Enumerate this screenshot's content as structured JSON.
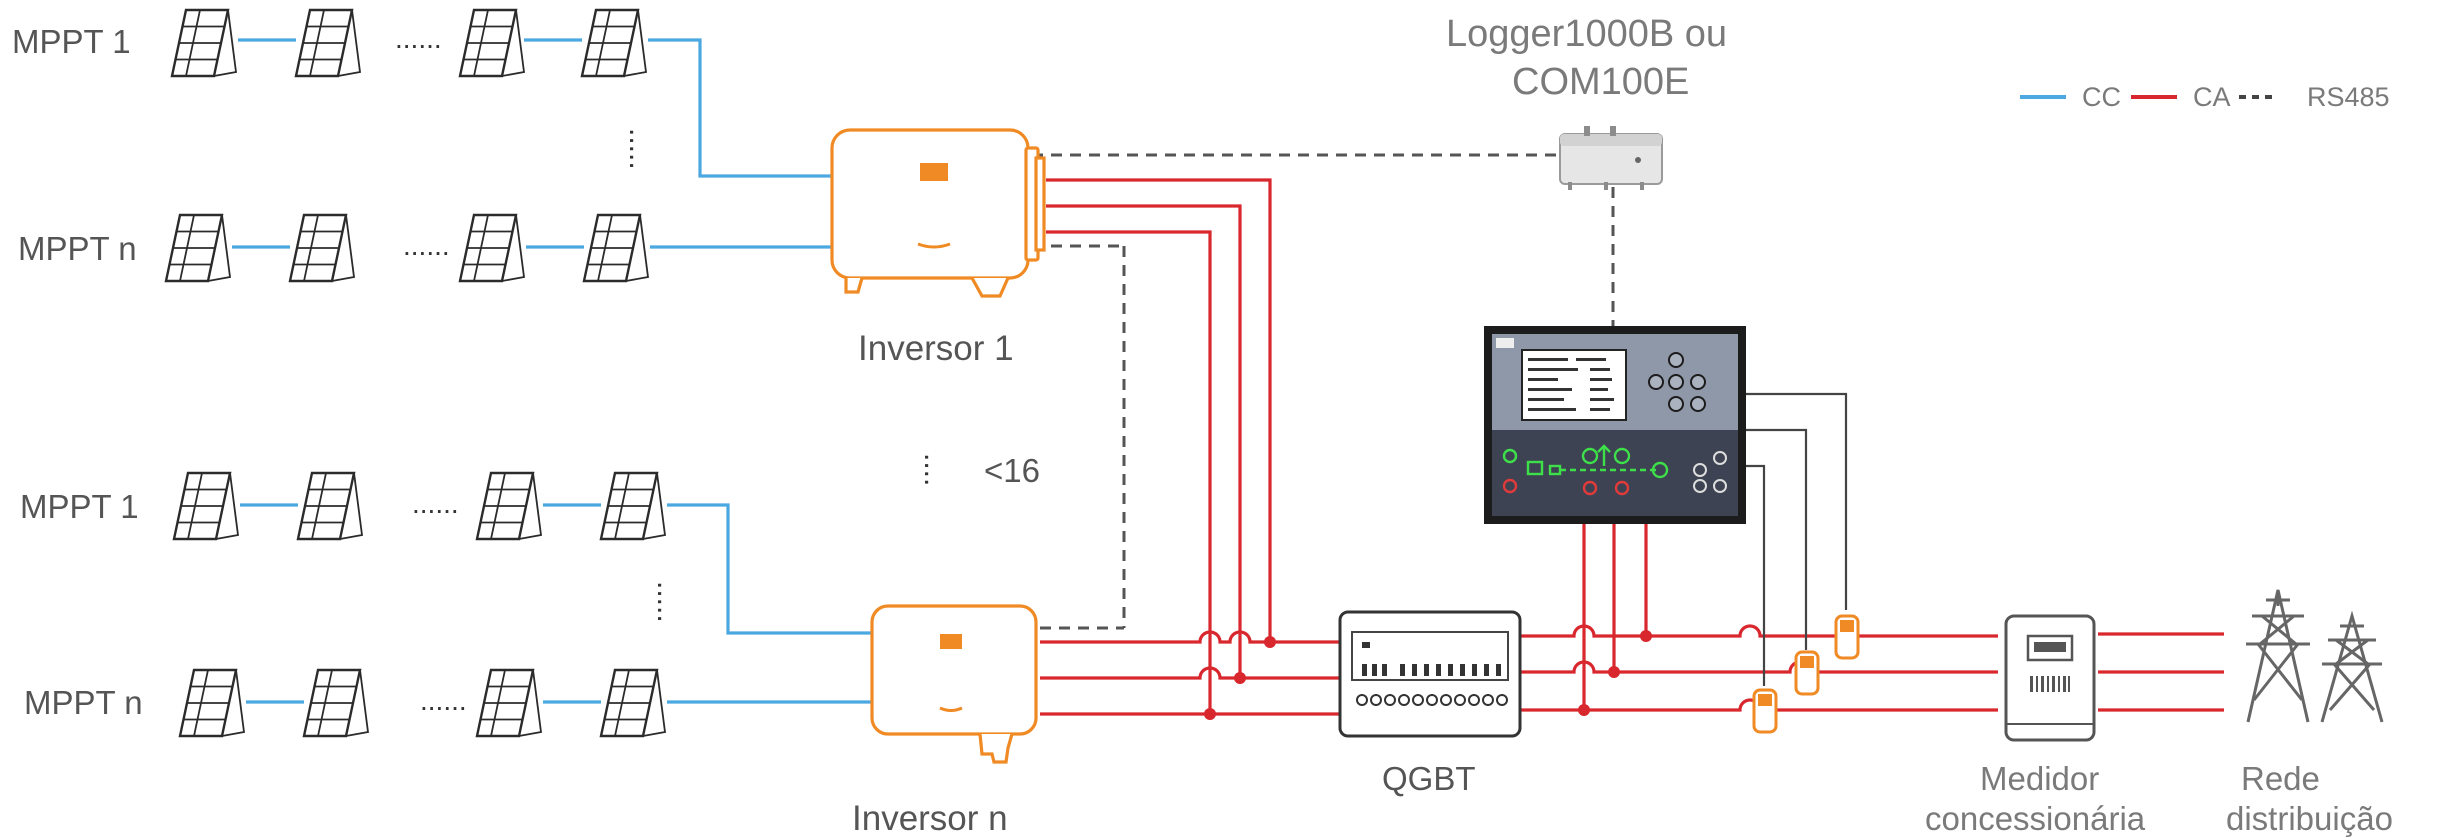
{
  "legend": {
    "dc_label": "CC",
    "ac_label": "CA",
    "rs485_label": "RS485",
    "dc_color": "#4ba8e0",
    "ac_color": "#d9272e",
    "rs485_color": "#555555"
  },
  "top_group": {
    "mppt_first_label": "MPPT 1",
    "mppt_last_label": "MPPT n",
    "ellipsis": "......"
  },
  "bottom_group": {
    "mppt_first_label": "MPPT 1",
    "mppt_last_label": "MPPT n",
    "ellipsis": "......"
  },
  "inverter_1_label": "Inversor 1",
  "inverter_n_label": "Inversor n",
  "inverter_limit_label": "<16",
  "logger": {
    "line1": "Logger1000B ou",
    "line2": "COM100E"
  },
  "switchboard_label": "QGBT",
  "meter": {
    "line1": "Medidor",
    "line2": "concessionária"
  },
  "grid": {
    "line1": "Rede",
    "line2": "distribuição"
  },
  "icons": {
    "panel": "solar-panel-icon",
    "inverter": "inverter-icon",
    "logger": "data-logger-icon",
    "controller": "controller-display-icon",
    "switchboard": "switchboard-icon",
    "ct": "current-transformer-icon",
    "meter": "utility-meter-icon",
    "tower": "transmission-tower-icon"
  }
}
